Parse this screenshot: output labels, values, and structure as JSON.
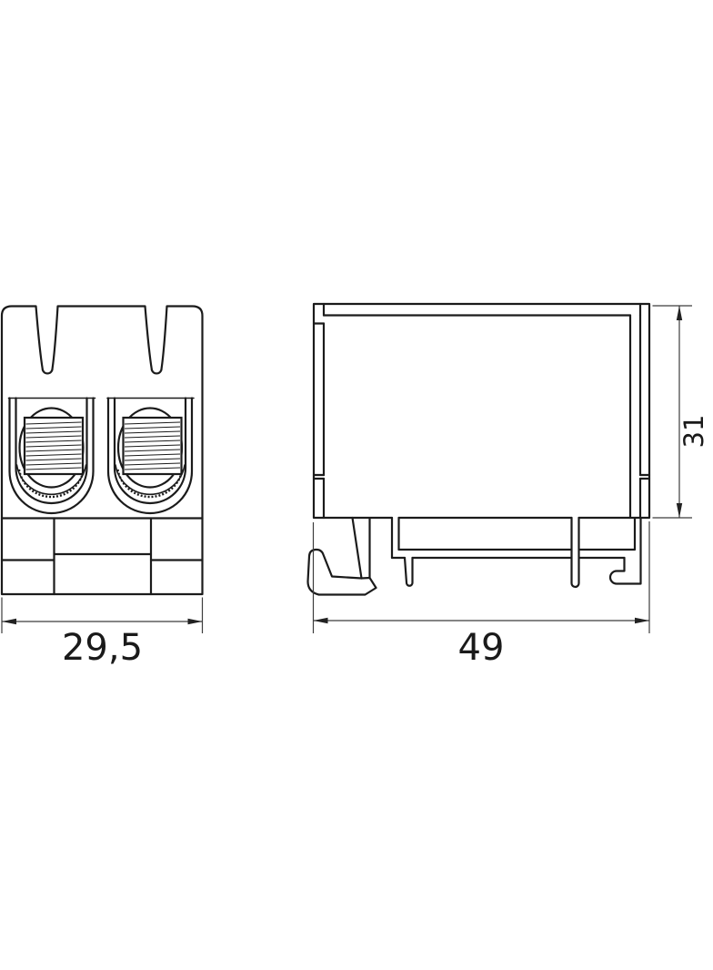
{
  "drawing": {
    "background": "#ffffff",
    "line_color": "#1b1b1b",
    "dimension_line_color": "#3c3c3c",
    "text_color": "#1a1a1a",
    "dimensions": {
      "front_width": "29,5",
      "side_length": "49",
      "side_height": "31"
    }
  }
}
